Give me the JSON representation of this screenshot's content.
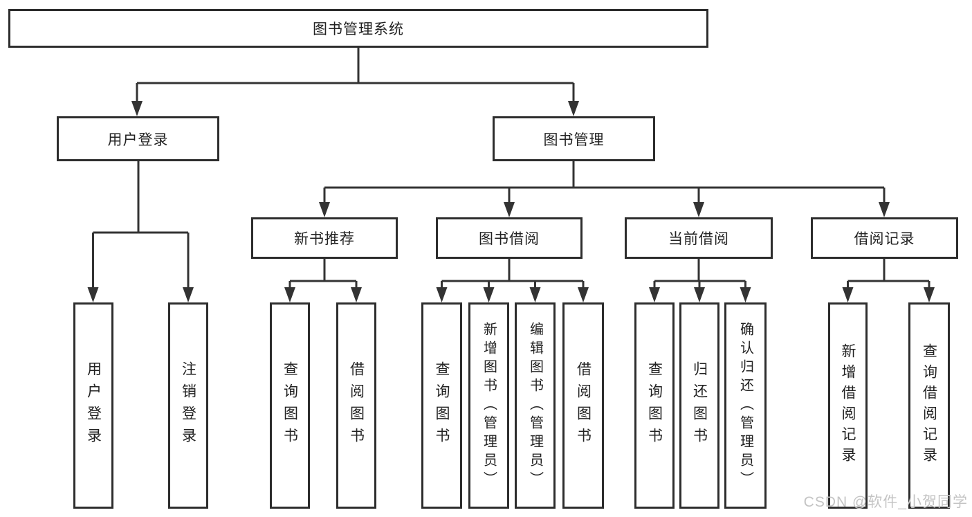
{
  "diagram_title": "图书管理系统",
  "colors": {
    "line": "#333333",
    "box_border": "#2d2d2d",
    "text": "#222222",
    "background": "#ffffff",
    "watermark": "#c4c4c4"
  },
  "nodes": {
    "root": "图书管理系统",
    "user_login": "用户登录",
    "book_mgmt": "图书管理",
    "new_book_rec": "新书推荐",
    "book_borrow": "图书借阅",
    "current_borrow": "当前借阅",
    "borrow_records": "借阅记录",
    "ul_login": "用户登录",
    "ul_logout": "注销登录",
    "nbr_query": "查询图书",
    "nbr_borrow": "借阅图书",
    "bb_query": "查询图书",
    "bb_add": "新增图书（管理员）",
    "bb_edit": "编辑图书（管理员）",
    "bb_borrow": "借阅图书",
    "cb_query": "查询图书",
    "cb_return": "归还图书",
    "cb_confirm": "确认归还（管理员）",
    "br_add": "新增借阅记录",
    "br_query": "查询借阅记录"
  },
  "hierarchy": {
    "图书管理系统": {
      "用户登录": [
        "用户登录",
        "注销登录"
      ],
      "图书管理": {
        "新书推荐": [
          "查询图书",
          "借阅图书"
        ],
        "图书借阅": [
          "查询图书",
          "新增图书（管理员）",
          "编辑图书（管理员）",
          "借阅图书"
        ],
        "当前借阅": [
          "查询图书",
          "归还图书",
          "确认归还（管理员）"
        ],
        "借阅记录": [
          "新增借阅记录",
          "查询借阅记录"
        ]
      }
    }
  },
  "watermark": "CSDN @软件_小贺同学"
}
